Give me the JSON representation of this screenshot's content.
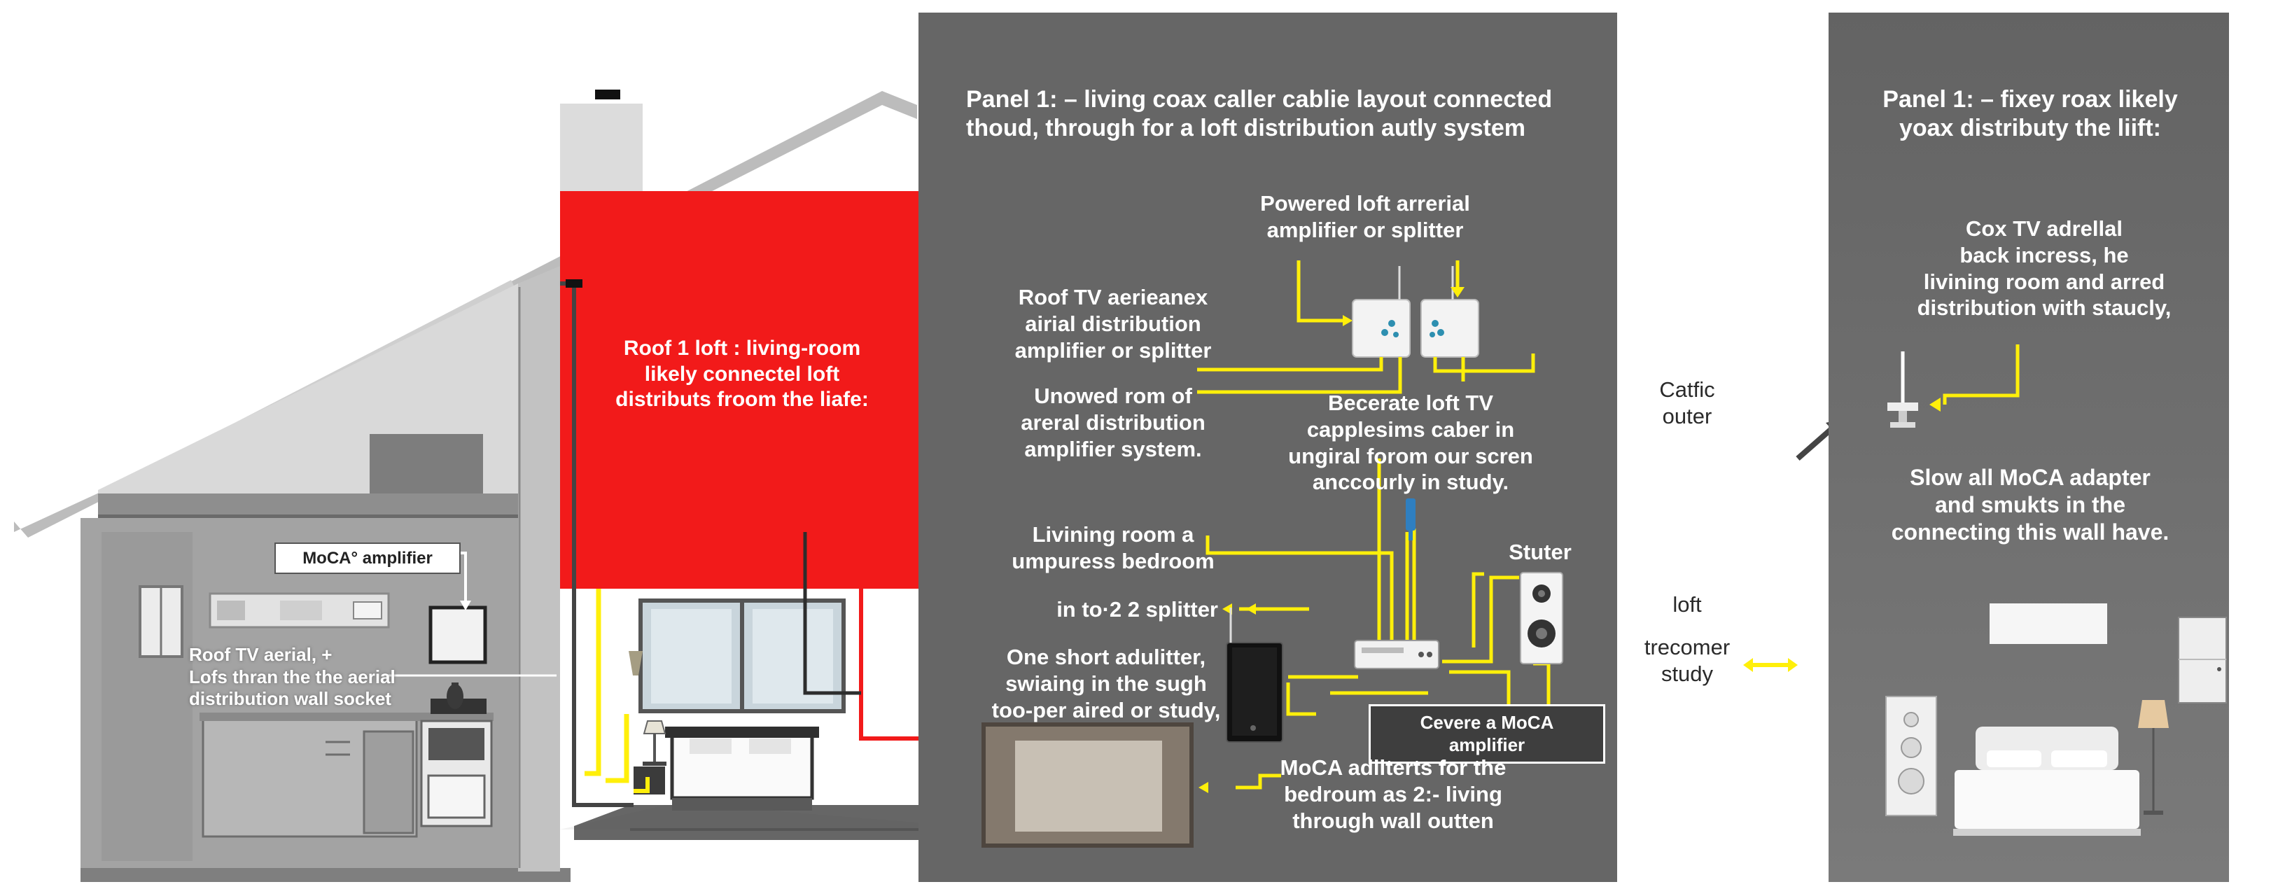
{
  "house": {
    "red_zone_caption": "Roof 1 loft : living-room\nlikely connectel loft\ndistributs froom the liafe:",
    "amp_label": "MoCA° amplifier",
    "kitchen_caption": "Roof TV aerial,  +\nLofs thran the the aerial\ndistribution wall socket"
  },
  "panel1": {
    "title": "Panel 1: – living coax caller cablie layout connected\nthoud, through for  a  loft distribution autly system",
    "powered_amp": "Powered loft arrerial\namplifier or splitter",
    "roof_aerial": "Roof TV aerieanex\nairial distribution\namplifier or splitter",
    "unowed_room": "Unowed rom of\nareral distribution\namplifier system.",
    "becerate": "Becerate loft TV\ncapplesims caber in\nungiral forom our scren\nanccourly in study.",
    "living_room": "Livining  room a\numpuress bedroom",
    "splitter": "in to·2 2 splitter",
    "stuter": "Stuter",
    "one_short": "One short adulitter,\nswiaing in the sugh\ntoo-per aired or study,",
    "moca_amp_box": "Cevere a MoCA amplifier",
    "moca_adapters": "MoCA adliterts for the\nbedroum as 2:- living\nthrough wall outten"
  },
  "middle": {
    "catfic": "Catfic\nouter",
    "loft": "loft",
    "trecomer": "trecomer\nstudy"
  },
  "panel2": {
    "title": "Panel 1: – fixey roax likely\nyoax distributy the liift:",
    "cox_tv": "Cox TV adrellal\nback incress, he\nlivining room and arred\ndistribution with staucly,",
    "slow_all": "Slow all MoCA adapter\nand smukts in the\nconnecting this wall have."
  },
  "colors": {
    "panel_gray": "#666666",
    "loft_red": "#f21a1a",
    "cable_yellow": "#ffef0a",
    "house_gray": "#a8a8a8",
    "roof_gray": "#bdbdbd"
  }
}
